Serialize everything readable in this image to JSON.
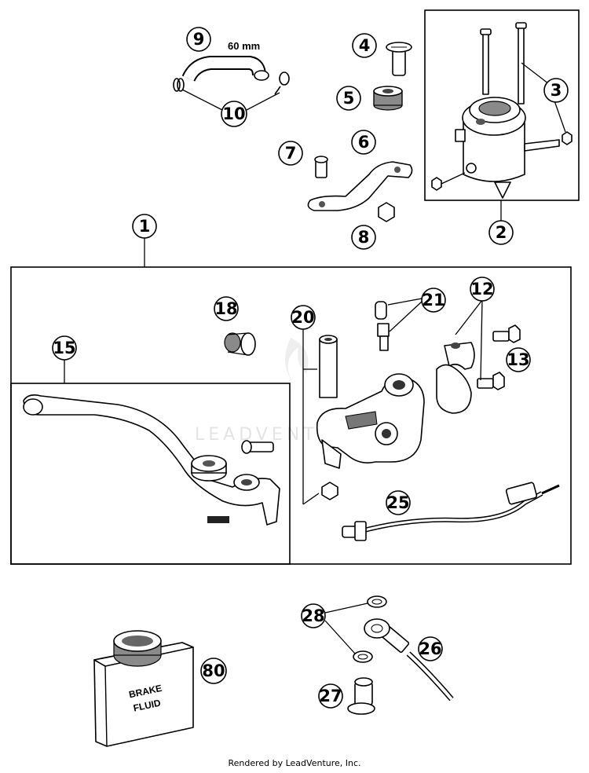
{
  "diagram": {
    "callouts": {
      "c1": "1",
      "c2": "2",
      "c3": "3",
      "c4": "4",
      "c5": "5",
      "c6": "6",
      "c7": "7",
      "c8": "8",
      "c9": "9",
      "c10": "10",
      "c12": "12",
      "c13": "13",
      "c15": "15",
      "c18": "18",
      "c20": "20",
      "c21": "21",
      "c25": "25",
      "c26": "26",
      "c27": "27",
      "c28": "28",
      "c80": "80"
    },
    "hose_length_label": "60 mm",
    "fluid_can_text_line1": "BRAKE",
    "fluid_can_text_line2": "FLUID",
    "watermark": "LEADVENTURE",
    "footer": "Rendered by LeadVenture, Inc."
  }
}
